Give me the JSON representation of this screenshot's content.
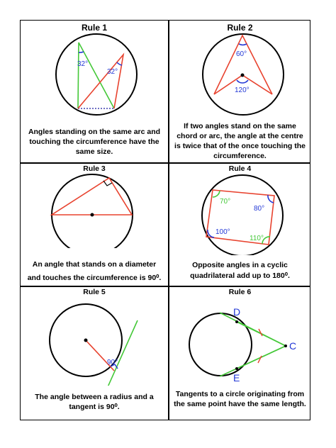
{
  "colors": {
    "circle": "#000000",
    "red": "#e8432f",
    "green": "#44c838",
    "blue": "#2338d6",
    "chord": "#1a1aa0"
  },
  "rules": [
    {
      "title": "Rule 1",
      "caption": "Angles standing on the same arc and touching the circumference have the same size.",
      "labels": [
        "32°",
        "32°"
      ]
    },
    {
      "title": "Rule 2",
      "caption": "If two angles stand on the same chord or arc, the angle at the centre is twice that of the once touching the circumference.",
      "labels": [
        "60°",
        "120°"
      ]
    },
    {
      "title": "Rule 3",
      "caption": "An angle that stands on a diameter and touches the circumference is 90⁰.",
      "labels": []
    },
    {
      "title": "Rule 4",
      "caption": "Opposite angles in a cyclic quadrilateral add up to 180⁰.",
      "labels": [
        "70°",
        "80°",
        "100°",
        "110°"
      ]
    },
    {
      "title": "Rule 5",
      "caption": "The angle between a radius and a tangent is 90⁰.",
      "labels": [
        "90°"
      ]
    },
    {
      "title": "Rule 6",
      "caption": "Tangents to a circle originating from the same point have the same length.",
      "labels": [
        "D",
        "C",
        "E"
      ]
    }
  ]
}
